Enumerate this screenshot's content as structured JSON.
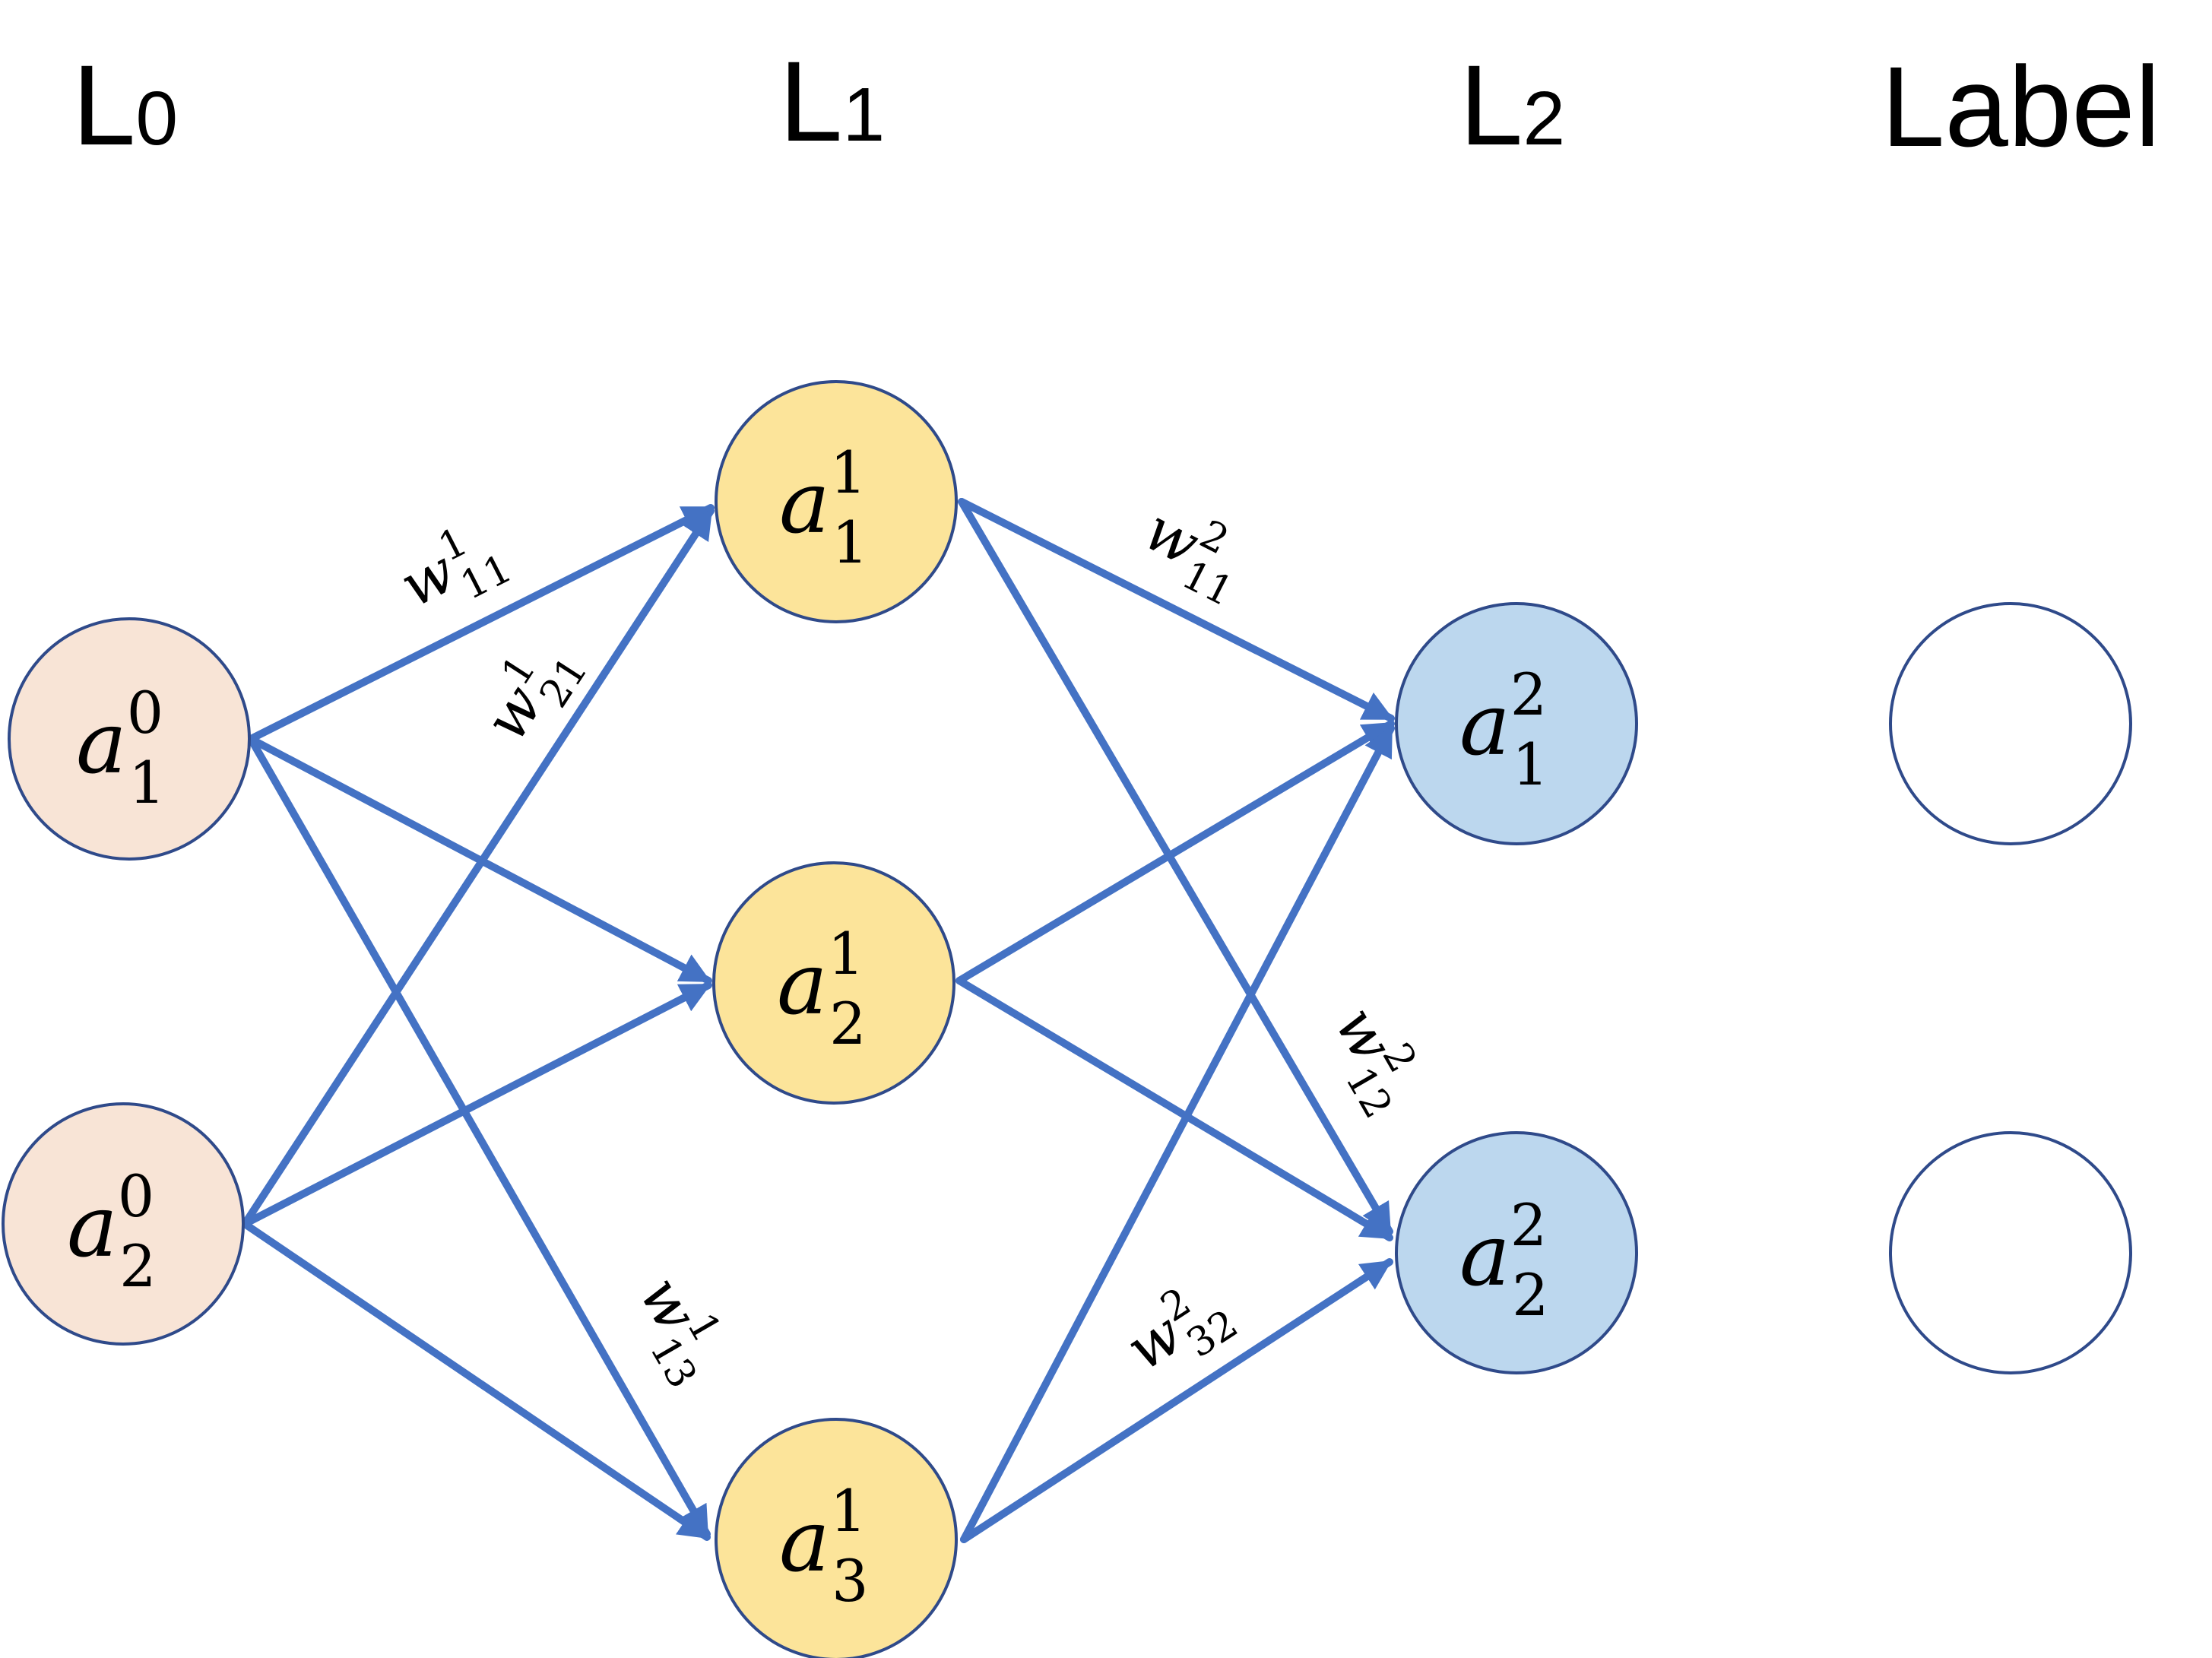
{
  "colors": {
    "input_fill": "#F8E4D6",
    "hidden_fill": "#FCE49A",
    "output_fill": "#BCD7EE",
    "label_fill": "#FFFFFF",
    "node_stroke": "#2F4A8A",
    "edge": "#4472C4"
  },
  "layers": [
    {
      "id": "L0",
      "title_main": "L",
      "title_sub": "0"
    },
    {
      "id": "L1",
      "title_main": "L",
      "title_sub": "1"
    },
    {
      "id": "L2",
      "title_main": "L",
      "title_sub": "2"
    },
    {
      "id": "label",
      "title_main": "Label",
      "title_sub": ""
    }
  ],
  "nodes": [
    {
      "id": "a01",
      "layer": "L0",
      "base": "a",
      "sup": "0",
      "sub": "1"
    },
    {
      "id": "a02",
      "layer": "L0",
      "base": "a",
      "sup": "0",
      "sub": "2"
    },
    {
      "id": "a11",
      "layer": "L1",
      "base": "a",
      "sup": "1",
      "sub": "1"
    },
    {
      "id": "a12",
      "layer": "L1",
      "base": "a",
      "sup": "1",
      "sub": "2"
    },
    {
      "id": "a13",
      "layer": "L1",
      "base": "a",
      "sup": "1",
      "sub": "3"
    },
    {
      "id": "a21",
      "layer": "L2",
      "base": "a",
      "sup": "2",
      "sub": "1"
    },
    {
      "id": "a22",
      "layer": "L2",
      "base": "a",
      "sup": "2",
      "sub": "2"
    },
    {
      "id": "lab1",
      "layer": "label",
      "base": "",
      "sup": "",
      "sub": ""
    },
    {
      "id": "lab2",
      "layer": "label",
      "base": "",
      "sup": "",
      "sub": ""
    }
  ],
  "edges": [
    {
      "from": "a01",
      "to": "a11"
    },
    {
      "from": "a01",
      "to": "a12"
    },
    {
      "from": "a01",
      "to": "a13"
    },
    {
      "from": "a02",
      "to": "a11"
    },
    {
      "from": "a02",
      "to": "a12"
    },
    {
      "from": "a02",
      "to": "a13"
    },
    {
      "from": "a11",
      "to": "a21"
    },
    {
      "from": "a11",
      "to": "a22"
    },
    {
      "from": "a12",
      "to": "a21"
    },
    {
      "from": "a12",
      "to": "a22"
    },
    {
      "from": "a13",
      "to": "a21"
    },
    {
      "from": "a13",
      "to": "a22"
    }
  ],
  "weight_labels": [
    {
      "id": "w111",
      "base": "w",
      "sup": "1",
      "sub": "11"
    },
    {
      "id": "w121",
      "base": "w",
      "sup": "1",
      "sub": "21"
    },
    {
      "id": "w113",
      "base": "w",
      "sup": "1",
      "sub": "13"
    },
    {
      "id": "w211",
      "base": "w",
      "sup": "2",
      "sub": "11"
    },
    {
      "id": "w212",
      "base": "w",
      "sup": "2",
      "sub": "12"
    },
    {
      "id": "w232",
      "base": "w",
      "sup": "2",
      "sub": "32"
    }
  ]
}
